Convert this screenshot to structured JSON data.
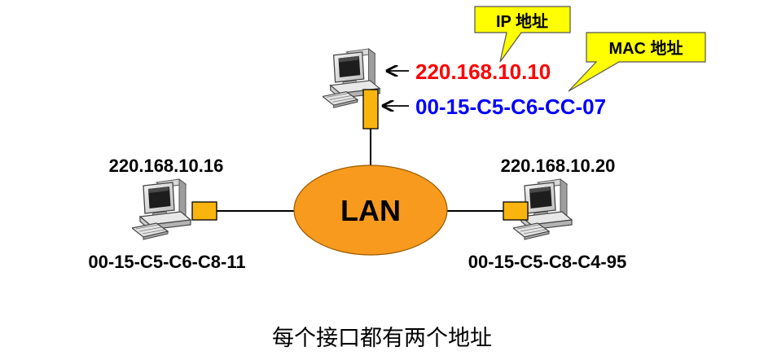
{
  "lan": {
    "label": "LAN"
  },
  "hosts": {
    "top": {
      "ip": "220.168.10.10",
      "mac": "00-15-C5-C6-CC-07"
    },
    "left": {
      "ip": "220.168.10.16",
      "mac": "00-15-C5-C6-C8-11"
    },
    "right": {
      "ip": "220.168.10.20",
      "mac": "00-15-C5-C8-C4-95"
    }
  },
  "callouts": {
    "ip": "IP 地址",
    "mac": "MAC 地址"
  },
  "caption": "每个接口都有两个地址",
  "colors": {
    "lan_fill": "#F79A1E",
    "interface_fill": "#F9B50D",
    "callout_fill": "#FFFF00",
    "ip_text": "#FF0000",
    "mac_text": "#0000FF",
    "line": "#000000"
  },
  "icons": {
    "computer": "desktop-computer-icon",
    "interface": "network-interface-icon"
  }
}
